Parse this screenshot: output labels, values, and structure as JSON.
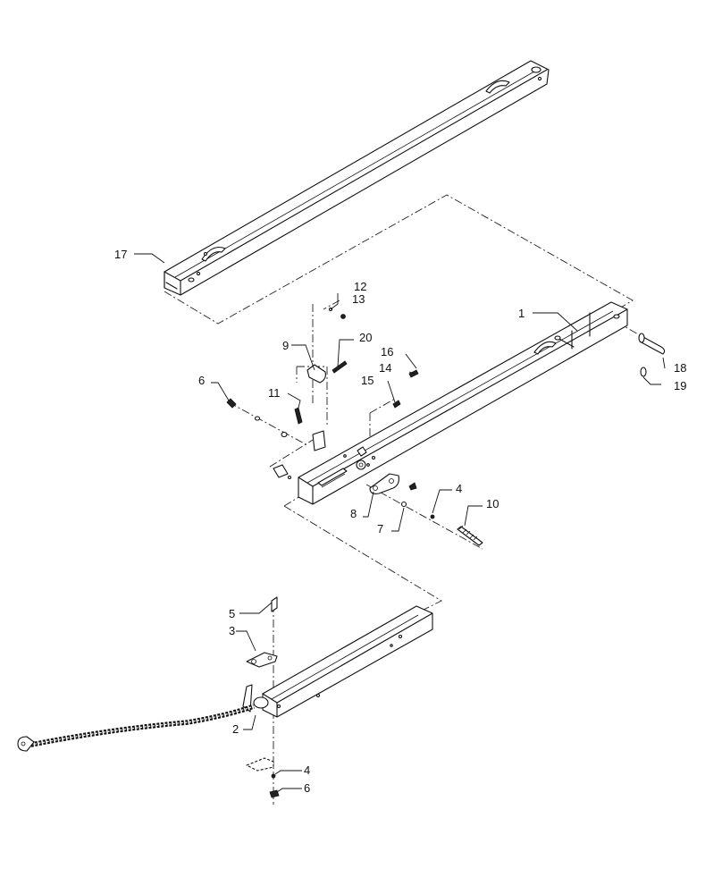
{
  "callouts": {
    "c1": "1",
    "c2": "2",
    "c3": "3",
    "c4a": "4",
    "c4b": "4",
    "c5": "5",
    "c6a": "6",
    "c6b": "6",
    "c7": "7",
    "c8": "8",
    "c9": "9",
    "c10": "10",
    "c11": "11",
    "c12": "12",
    "c13": "13",
    "c14": "14",
    "c15": "15",
    "c16": "16",
    "c17": "17",
    "c18": "18",
    "c19": "19",
    "c20": "20"
  }
}
